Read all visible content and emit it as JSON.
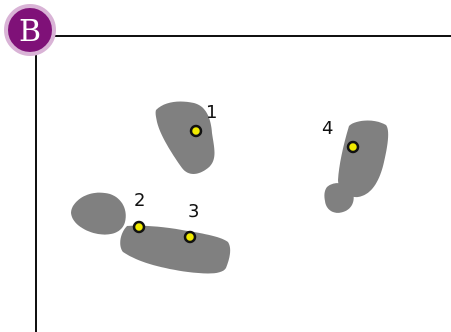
{
  "panel": {
    "badge_letter": "B",
    "badge_fill": "#7f1178",
    "badge_stroke": "#d9b3d6",
    "frame_color": "#111111",
    "shape_fill": "#808080",
    "marker_fill": "#f0ea00",
    "marker_stroke": "#111111"
  },
  "labels": {
    "p1": "1",
    "p2": "2",
    "p3": "3",
    "p4": "4"
  }
}
